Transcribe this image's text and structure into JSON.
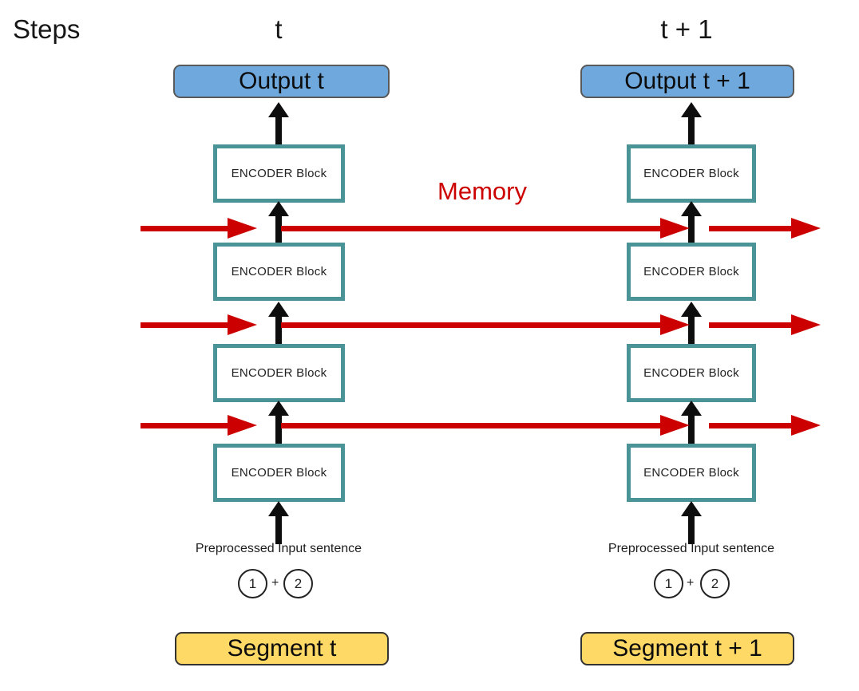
{
  "header": {
    "steps_label": "Steps",
    "step_t_label": "t",
    "step_t_plus_1_label": "t + 1"
  },
  "memory": {
    "label": "Memory"
  },
  "columns": [
    {
      "step": "t",
      "output_label": "Output t",
      "blocks": [
        "ENCODER Block",
        "ENCODER Block",
        "ENCODER Block",
        "ENCODER Block"
      ],
      "input_caption": "Preprocessed Input sentence",
      "token_sum": {
        "first": "1",
        "operator": "+",
        "second": "2"
      },
      "segment_label": "Segment t"
    },
    {
      "step": "t + 1",
      "output_label": "Output t + 1",
      "blocks": [
        "ENCODER Block",
        "ENCODER Block",
        "ENCODER Block",
        "ENCODER Block"
      ],
      "input_caption": "Preprocessed Input sentence",
      "token_sum": {
        "first": "1",
        "operator": "+",
        "second": "2"
      },
      "segment_label": "Segment t + 1"
    }
  ],
  "colors": {
    "memory_red": "#cc0000",
    "encoder_border_teal": "#4a9396",
    "output_fill_blue": "#6fa8dc",
    "segment_fill_yellow": "#ffd966",
    "arrow_black": "#0d0d0d"
  }
}
